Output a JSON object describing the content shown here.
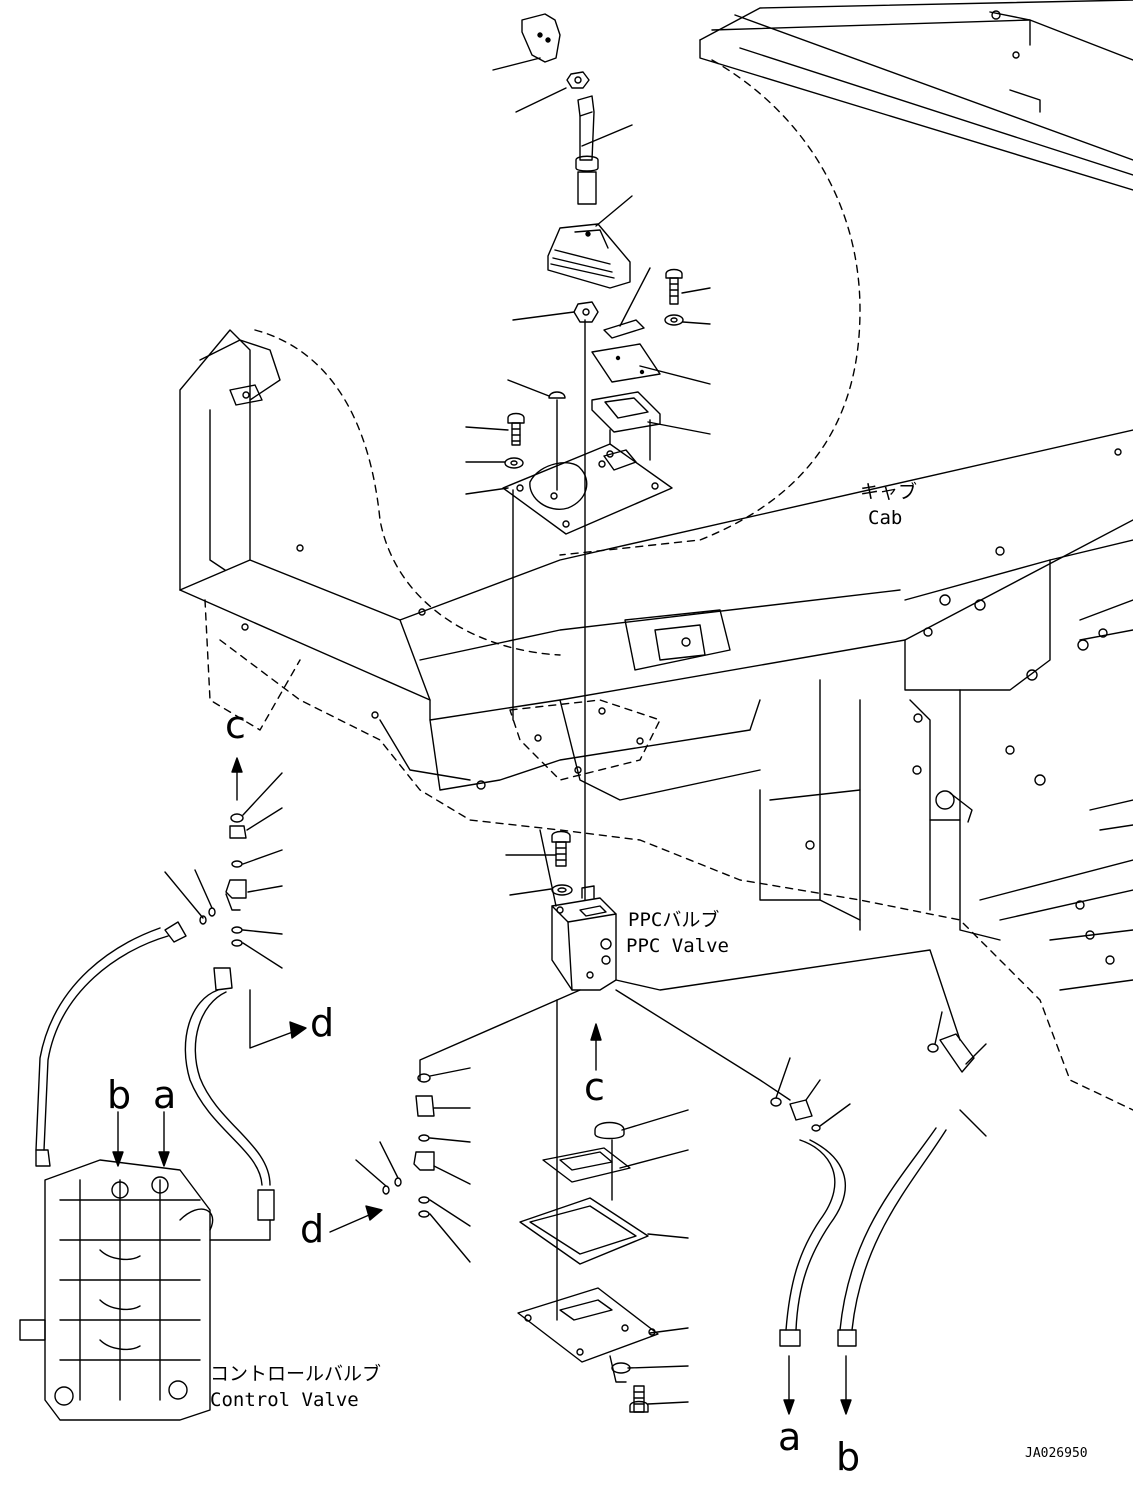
{
  "labels": {
    "cab_jp": "キャブ",
    "cab_en": "Cab",
    "ppc_jp": "PPCバルブ",
    "ppc_en": "PPC Valve",
    "control_jp": "コントロールバルブ",
    "control_en": "Control Valve"
  },
  "refs": {
    "a": "a",
    "b": "b",
    "c": "c",
    "d": "d"
  },
  "drawing_code": "JA026950"
}
